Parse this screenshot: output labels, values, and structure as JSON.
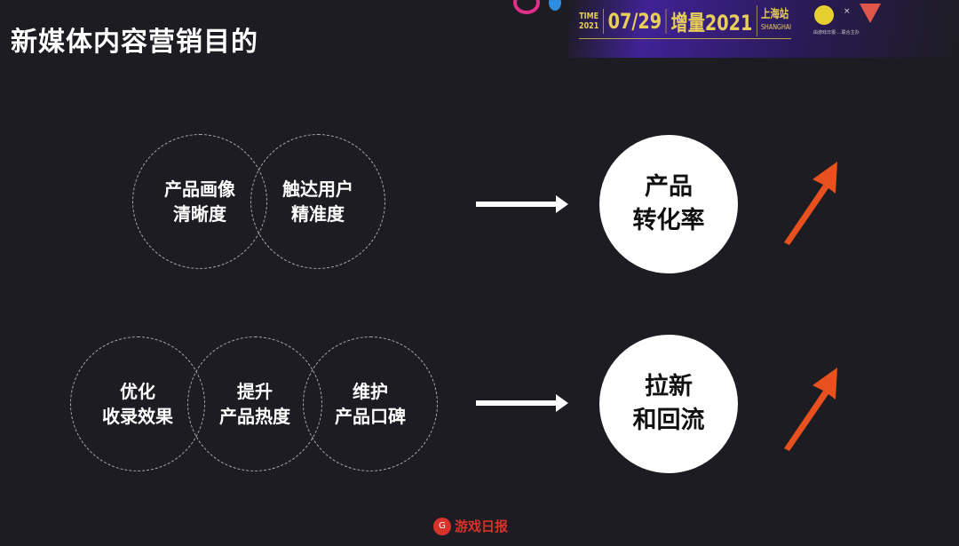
{
  "title": "新媒体内容营销目的",
  "banner": {
    "time": "TIME",
    "year": "2021",
    "date": "07/29",
    "event": "增量2021",
    "city": "上海站",
    "city_en": "SHANGHAI",
    "x": "×",
    "subtitle": "由游戏日报·…联合主办"
  },
  "top_group": {
    "circles": [
      "产品画像\n清晰度",
      "触达用户\n精准度"
    ],
    "result": "产品\n转化率"
  },
  "bottom_group": {
    "circles": [
      "优化\n收录效果",
      "提升\n产品热度",
      "维护\n产品口碑"
    ],
    "result": "拉新\n和回流"
  },
  "footer": {
    "logo_letter": "G",
    "brand": "游戏日报"
  },
  "colors": {
    "background": "#1d1c22",
    "accent_arrow": "#e8501e",
    "banner_gold": "#e8cf5a"
  }
}
